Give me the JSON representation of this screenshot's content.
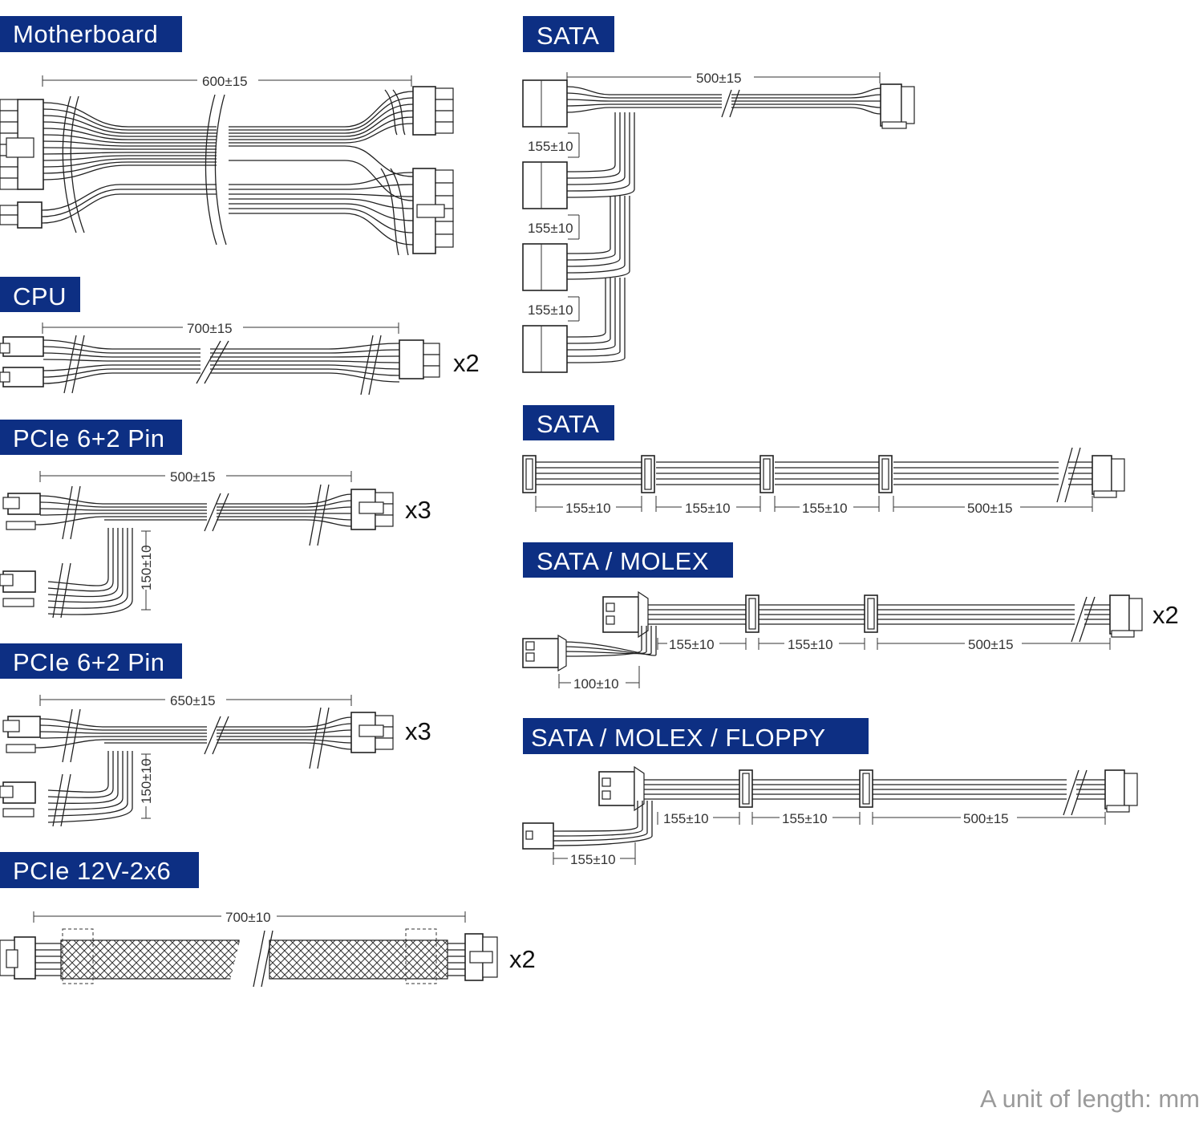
{
  "sections": {
    "motherboard": {
      "title": "Motherboard",
      "length": "600±15"
    },
    "cpu": {
      "title": "CPU",
      "length": "700±15",
      "qty": "x2"
    },
    "pcie_a": {
      "title": "PCIe 6+2 Pin",
      "length": "500±15",
      "branch": "150±10",
      "qty": "x3"
    },
    "pcie_b": {
      "title": "PCIe 6+2 Pin",
      "length": "650±15",
      "branch": "150±10",
      "qty": "x3"
    },
    "pcie_12v": {
      "title": "PCIe 12V-2x6",
      "length": "700±10",
      "qty": "x2"
    },
    "sata_a": {
      "title": "SATA",
      "length": "500±15",
      "spacings": [
        "155±10",
        "155±10",
        "155±10"
      ]
    },
    "sata_b": {
      "title": "SATA",
      "spacings": [
        "155±10",
        "155±10",
        "155±10",
        "500±15"
      ]
    },
    "sata_molex": {
      "title": "SATA / MOLEX",
      "spacings": [
        "155±10",
        "155±10",
        "500±15"
      ],
      "branch": "100±10",
      "qty": "x2"
    },
    "sata_molex_floppy": {
      "title": "SATA / MOLEX / FLOPPY",
      "spacings": [
        "155±10",
        "155±10",
        "500±15"
      ],
      "branch": "155±10"
    }
  },
  "footer": {
    "unit_note": "A unit of length: mm"
  },
  "colors": {
    "header_bg": "#0d2f83",
    "line": "#222222"
  }
}
